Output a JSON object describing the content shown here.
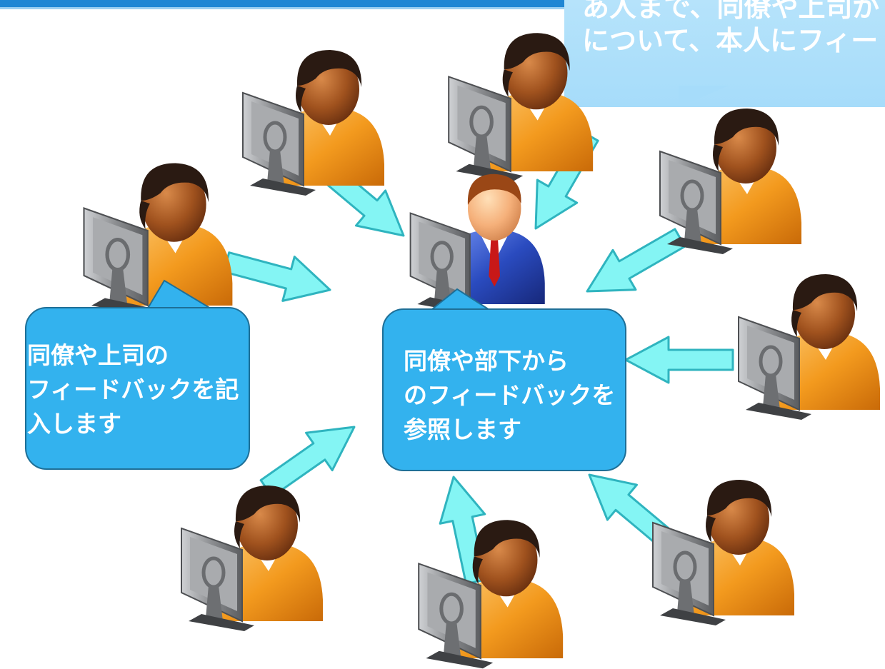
{
  "top_callout": {
    "line1": "あ人まで、同僚や上司が",
    "line2": "について、本人にフィー"
  },
  "left_bubble": {
    "text": "同僚や上司の\nフィードバックを記\n入します"
  },
  "center_bubble": {
    "text": "同僚や部下から\nのフィードバックを\n参照します"
  },
  "colors": {
    "arrow_fill": "#84f5f4",
    "arrow_stroke": "#2fb4bf",
    "bubble_fill": "#33b2ee",
    "bubble_stroke": "#1e6f97",
    "header_bar": "#1f86d4",
    "person_skin": "#a0521e",
    "person_hair": "#2a1a12",
    "person_shirt": "#f39a1e",
    "manager_suit": "#2a4bbf",
    "monitor": "#8b8d90"
  },
  "icons": {
    "peer": "person-at-computer-icon",
    "manager": "manager-at-computer-icon",
    "arrow": "feedback-arrow-icon"
  }
}
